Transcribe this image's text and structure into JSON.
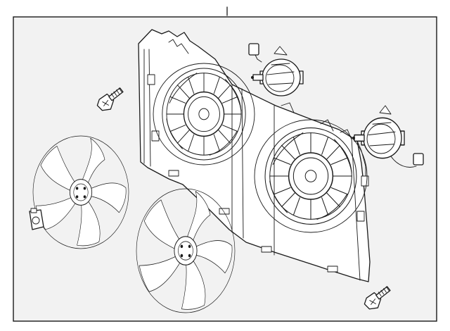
{
  "diagram": {
    "background": "#ffffff",
    "line_color": "#1a1a1a",
    "panel_fill": "#f2f2f2",
    "parts": [
      "fan-shroud",
      "left-fan-motor",
      "right-fan-motor",
      "left-fan-blade",
      "center-fan-blade",
      "upper-screw",
      "lower-screw",
      "clip-nut"
    ]
  }
}
